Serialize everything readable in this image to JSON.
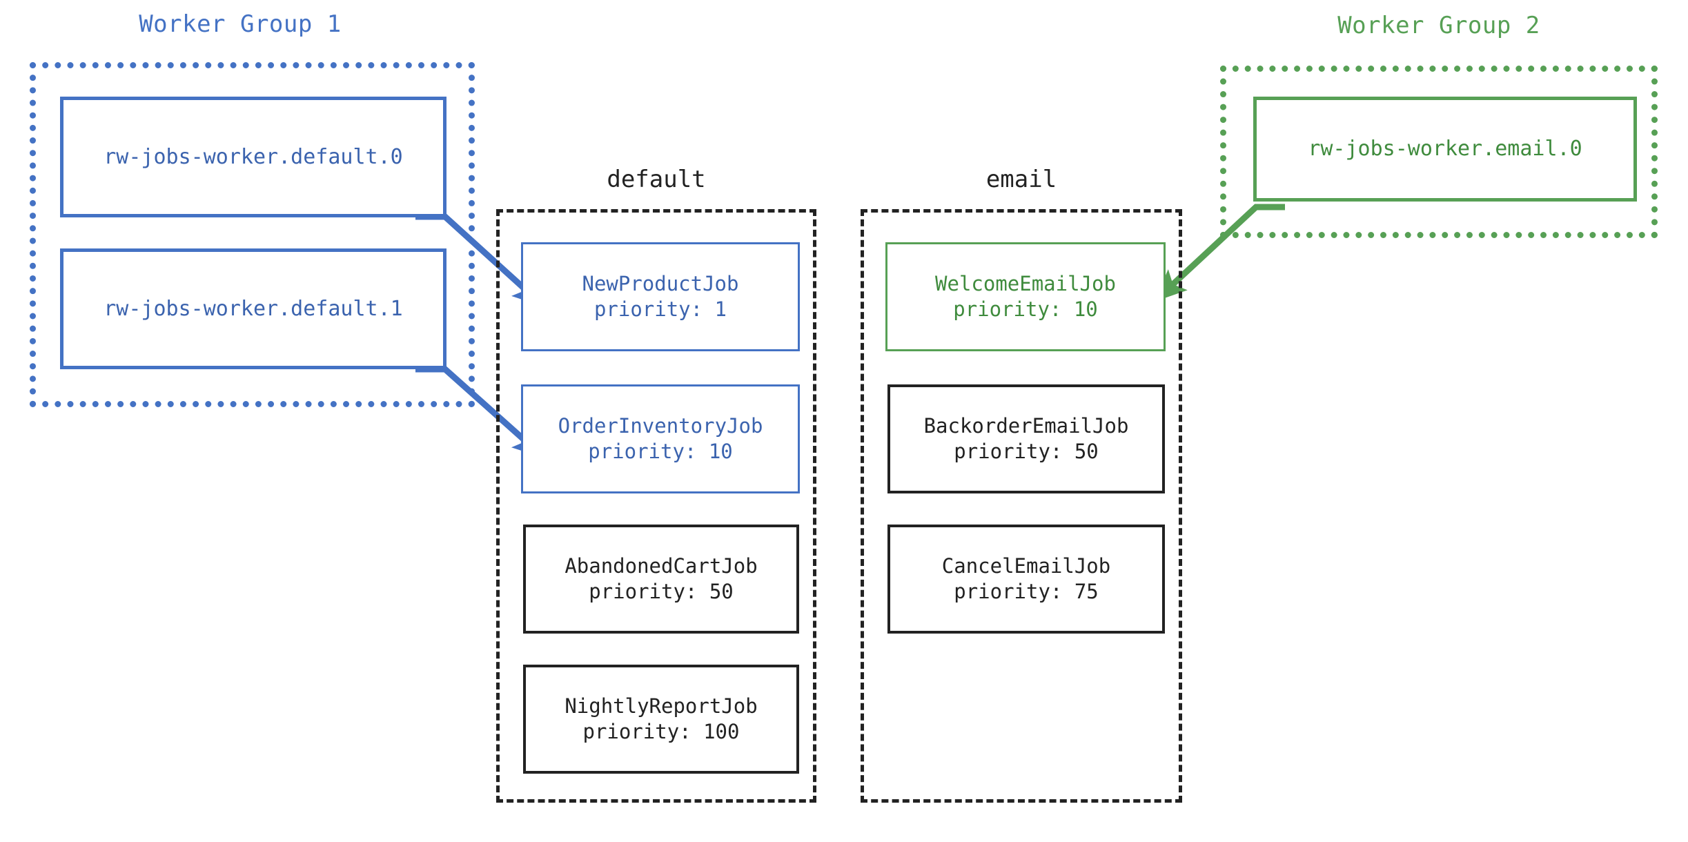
{
  "colors": {
    "blue": "#4472C4",
    "blue_text": "#3B63AE",
    "green": "#57A055",
    "green_text": "#3F8B3D",
    "black": "#222222",
    "background": "#FFFFFF"
  },
  "worker_groups": [
    {
      "title": "Worker Group 1",
      "color": "#4472C4",
      "workers": [
        {
          "label": "rw-jobs-worker.default.0"
        },
        {
          "label": "rw-jobs-worker.default.1"
        }
      ]
    },
    {
      "title": "Worker Group 2",
      "color": "#57A055",
      "workers": [
        {
          "label": "rw-jobs-worker.email.0"
        }
      ]
    }
  ],
  "queues": [
    {
      "title": "default",
      "jobs": [
        {
          "name": "NewProductJob",
          "priority_line": "priority: 1",
          "style": "blue"
        },
        {
          "name": "OrderInventoryJob",
          "priority_line": "priority: 10",
          "style": "blue"
        },
        {
          "name": "AbandonedCartJob",
          "priority_line": "priority: 50",
          "style": "plain"
        },
        {
          "name": "NightlyReportJob",
          "priority_line": "priority: 100",
          "style": "plain"
        }
      ]
    },
    {
      "title": "email",
      "jobs": [
        {
          "name": "WelcomeEmailJob",
          "priority_line": "priority: 10",
          "style": "green"
        },
        {
          "name": "BackorderEmailJob",
          "priority_line": "priority: 50",
          "style": "plain"
        },
        {
          "name": "CancelEmailJob",
          "priority_line": "priority: 75",
          "style": "plain"
        }
      ]
    }
  ],
  "connections": [
    {
      "from": "rw-jobs-worker.default.0",
      "to": "NewProductJob",
      "color": "#4472C4"
    },
    {
      "from": "rw-jobs-worker.default.1",
      "to": "OrderInventoryJob",
      "color": "#4472C4"
    },
    {
      "from": "rw-jobs-worker.email.0",
      "to": "WelcomeEmailJob",
      "color": "#57A055"
    }
  ]
}
